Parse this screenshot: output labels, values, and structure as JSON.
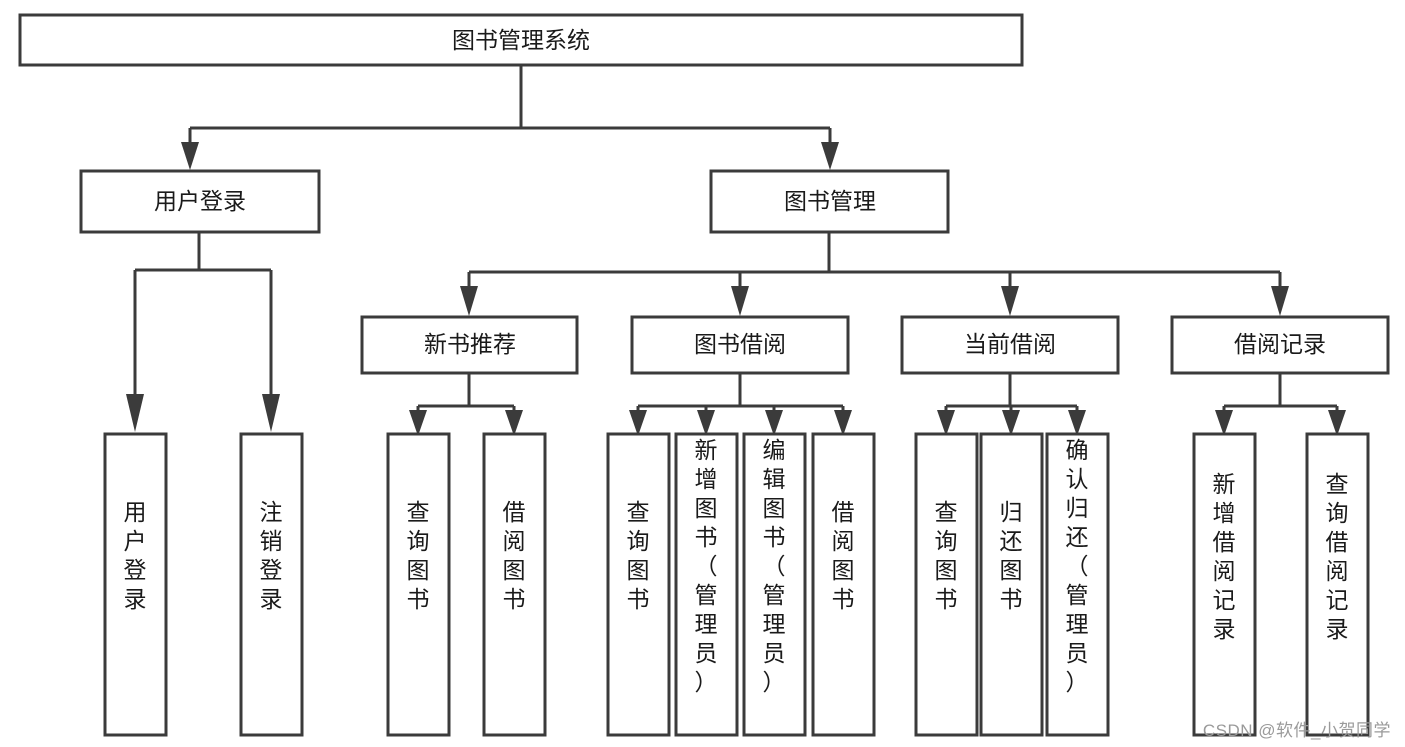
{
  "diagram": {
    "type": "tree-hierarchy",
    "title": "图书管理系统",
    "colors": {
      "box_stroke": "#3b3b3b",
      "box_fill": "#ffffff",
      "connector": "#3b3b3b",
      "text": "#1a1a1a",
      "watermark": "#9a9a9a",
      "background": "#ffffff"
    },
    "root": {
      "label": "图书管理系统"
    },
    "level2": [
      {
        "label": "用户登录"
      },
      {
        "label": "图书管理"
      }
    ],
    "level3": [
      {
        "label": "新书推荐"
      },
      {
        "label": "图书借阅"
      },
      {
        "label": "当前借阅"
      },
      {
        "label": "借阅记录"
      }
    ],
    "leaves": {
      "user_login": [
        {
          "label": "用户登录"
        },
        {
          "label": "注销登录"
        }
      ],
      "new_book": [
        {
          "label": "查询图书"
        },
        {
          "label": "借阅图书"
        }
      ],
      "book_borrow": [
        {
          "label": "查询图书"
        },
        {
          "label": "新增图书（管理员）"
        },
        {
          "label": "编辑图书（管理员）"
        },
        {
          "label": "借阅图书"
        }
      ],
      "current_borrow": [
        {
          "label": "查询图书"
        },
        {
          "label": "归还图书"
        },
        {
          "label": "确认归还（管理员）"
        }
      ],
      "borrow_record": [
        {
          "label": "新增借阅记录"
        },
        {
          "label": "查询借阅记录"
        }
      ]
    }
  },
  "watermark": {
    "text": "CSDN @软件_小贺同学"
  }
}
